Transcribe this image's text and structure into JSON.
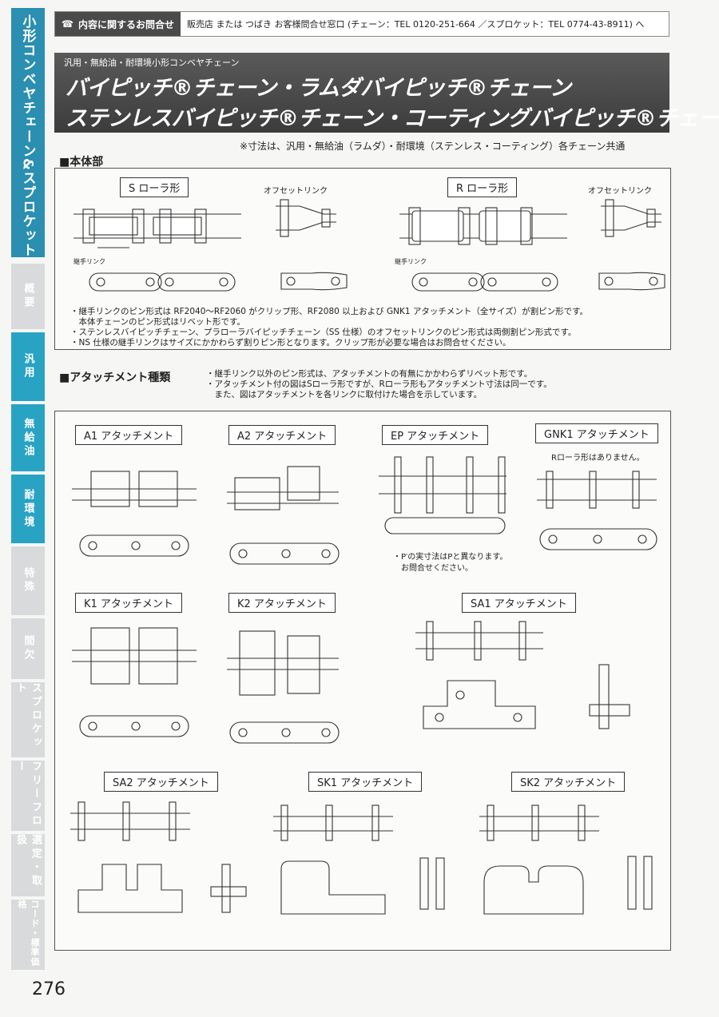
{
  "sidebar": {
    "title": "小形コンベヤチェーン&スプロケット",
    "tabs": [
      "概要",
      "汎用",
      "無給油",
      "耐環境",
      "特殊",
      "間欠",
      "スプロケット",
      "フリーフロー",
      "選定・取扱",
      "コード・標準価格"
    ]
  },
  "contact": {
    "label": "内容に関するお問合せ",
    "text": "販売店 または つばき お客様問合せ窓口 (チェーン：TEL 0120-251-664 ／スプロケット：TEL 0774-43-8911) へ"
  },
  "header": {
    "subtitle": "汎用・無給油・耐環境小形コンベヤチェーン",
    "title1": "バイピッチ®チェーン・ラムダバイピッチ®チェーン",
    "title2": "ステンレスバイピッチ®チェーン・コーティングバイピッチ®チェーン"
  },
  "common_note": "※寸法は、汎用・無給油（ラムダ）・耐環境（ステンレス・コーティング）各チェーン共通",
  "body_section": {
    "heading": "■本体部",
    "s_roller": "S ローラ形",
    "r_roller": "R ローラ形",
    "offset_link": "オフセットリンク",
    "joint_link": "継手リンク",
    "notes": [
      "・継手リンクのピン形式は RF2040～RF2060 がクリップ形、RF2080 以上および GNK1 アタッチメント（全サイズ）が割ピン形です。",
      "　本体チェーンのピン形式はリベット形です。",
      "・ステンレスバイピッチチェーン、プラローラバイピッチチェーン（SS 仕様）のオフセットリンクのピン形式は両側割ピン形式です。",
      "・NS 仕様の継手リンクはサイズにかかわらず割りピン形となります。クリップ形が必要な場合はお問合せください。"
    ]
  },
  "attachment_section": {
    "heading": "■アタッチメント種類",
    "notes": [
      "・継手リンク以外のピン形式は、アタッチメントの有無にかかわらずリベット形です。",
      "・アタッチメント付の図はSローラ形ですが、Rローラ形もアタッチメント寸法は同一です。",
      "　また、図はアタッチメントを各リンクに取付けた場合を示しています。"
    ],
    "types": [
      "A1 アタッチメント",
      "A2 アタッチメント",
      "EP アタッチメント",
      "GNK1 アタッチメント",
      "K1 アタッチメント",
      "K2 アタッチメント",
      "SA1 アタッチメント",
      "SA2 アタッチメント",
      "SK1 アタッチメント",
      "SK2 アタッチメント"
    ],
    "gnk1_note": "Rローラ形はありません。",
    "ep_note1": "・P′の実寸法はPと異なります。",
    "ep_note2": "　お問合せください。"
  },
  "page_number": "276"
}
